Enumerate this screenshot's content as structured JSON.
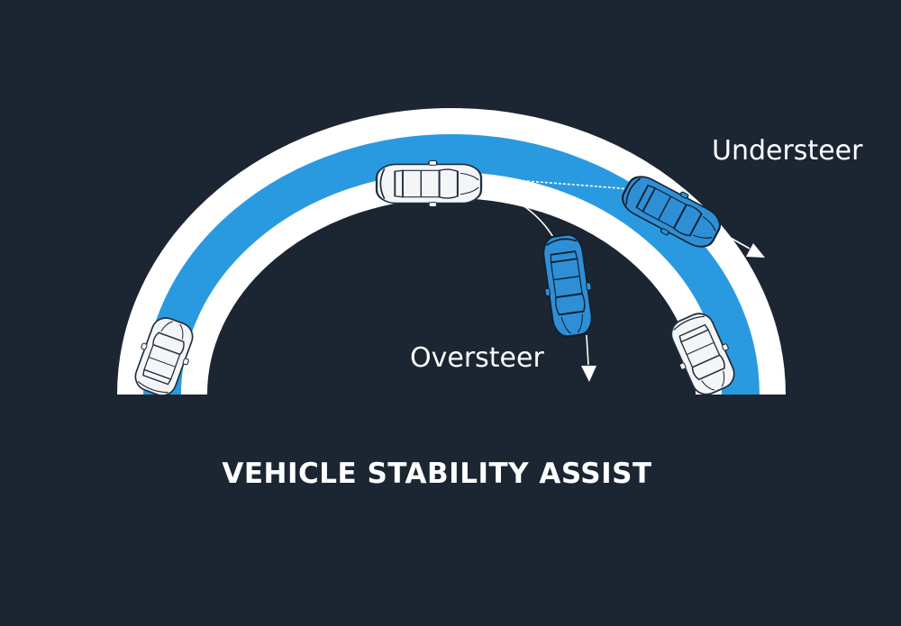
{
  "title": "VEHICLE STABILITY ASSIST",
  "labels": {
    "understeer": "Understeer",
    "oversteer": "Oversteer"
  },
  "colors": {
    "background": "#1c2532",
    "road": "#ffffff",
    "path": "#2a9ae0",
    "car_normal": "#f4f5f7",
    "car_deviating": "#2f8fd6",
    "outline": "#1f2f3f"
  },
  "cars": [
    {
      "name": "car-entering-curve",
      "state": "normal"
    },
    {
      "name": "car-at-apex",
      "state": "normal"
    },
    {
      "name": "car-exiting-curve",
      "state": "normal"
    },
    {
      "name": "car-understeer",
      "state": "deviating"
    },
    {
      "name": "car-oversteer",
      "state": "deviating"
    }
  ]
}
